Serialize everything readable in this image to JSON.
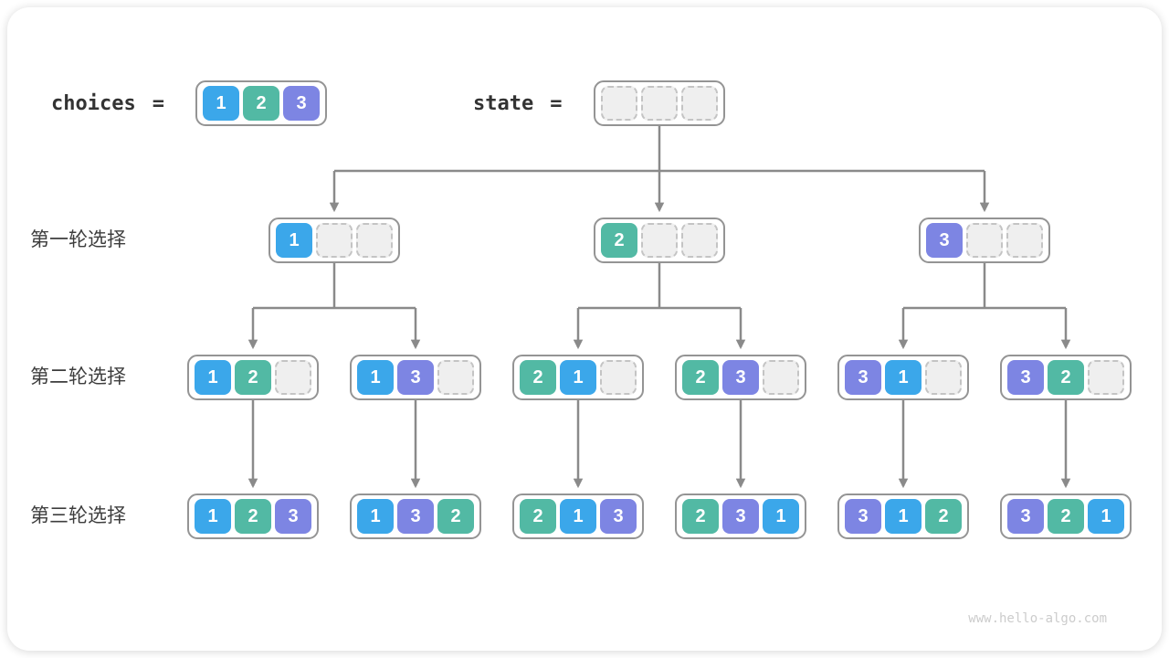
{
  "page": {
    "watermark": "www.hello-algo.com"
  },
  "colors": {
    "1": "#3BA7EA",
    "2": "#52B9A4",
    "3": "#7D85E3"
  },
  "header": {
    "choices_label": "choices",
    "eq": "=",
    "state_label": "state",
    "choices_cells": [
      "1",
      "2",
      "3"
    ],
    "state_cells": [
      "",
      "",
      ""
    ]
  },
  "rows": [
    {
      "label": "第一轮选择",
      "nodes": [
        {
          "cells": [
            "1",
            "",
            ""
          ]
        },
        {
          "cells": [
            "2",
            "",
            ""
          ]
        },
        {
          "cells": [
            "3",
            "",
            ""
          ]
        }
      ]
    },
    {
      "label": "第二轮选择",
      "nodes": [
        {
          "cells": [
            "1",
            "2",
            ""
          ]
        },
        {
          "cells": [
            "1",
            "3",
            ""
          ]
        },
        {
          "cells": [
            "2",
            "1",
            ""
          ]
        },
        {
          "cells": [
            "2",
            "3",
            ""
          ]
        },
        {
          "cells": [
            "3",
            "1",
            ""
          ]
        },
        {
          "cells": [
            "3",
            "2",
            ""
          ]
        }
      ]
    },
    {
      "label": "第三轮选择",
      "nodes": [
        {
          "cells": [
            "1",
            "2",
            "3"
          ]
        },
        {
          "cells": [
            "1",
            "3",
            "2"
          ]
        },
        {
          "cells": [
            "2",
            "1",
            "3"
          ]
        },
        {
          "cells": [
            "2",
            "3",
            "1"
          ]
        },
        {
          "cells": [
            "3",
            "1",
            "2"
          ]
        },
        {
          "cells": [
            "3",
            "2",
            "1"
          ]
        }
      ]
    }
  ]
}
